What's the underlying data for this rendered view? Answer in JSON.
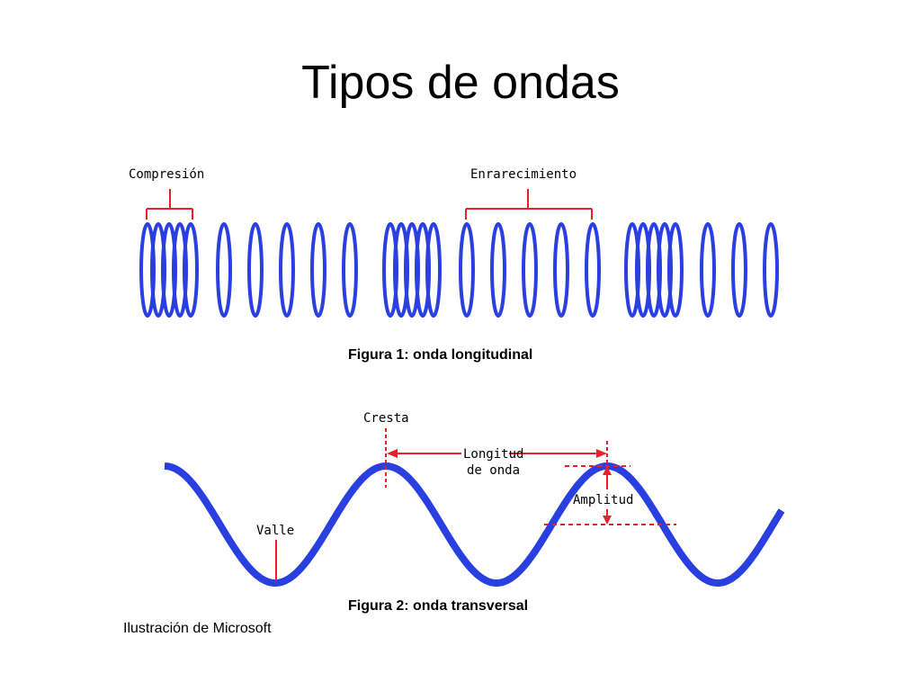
{
  "slide": {
    "title": "Tipos de ondas"
  },
  "figure1": {
    "label_compression": "Compresión",
    "label_rarefaction": "Enrarecimiento",
    "caption": "Figura 1: onda longitudinal"
  },
  "figure2": {
    "label_crest": "Cresta",
    "label_wavelength_line1": "Longitud",
    "label_wavelength_line2": "de onda",
    "label_amplitude": "Amplitud",
    "label_trough": "Valle",
    "caption": "Figura 2: onda transversal"
  },
  "credit": "Ilustración de Microsoft",
  "colors": {
    "wave": "#2a3fe0",
    "annotation": "#e8202a",
    "text": "#000000"
  }
}
